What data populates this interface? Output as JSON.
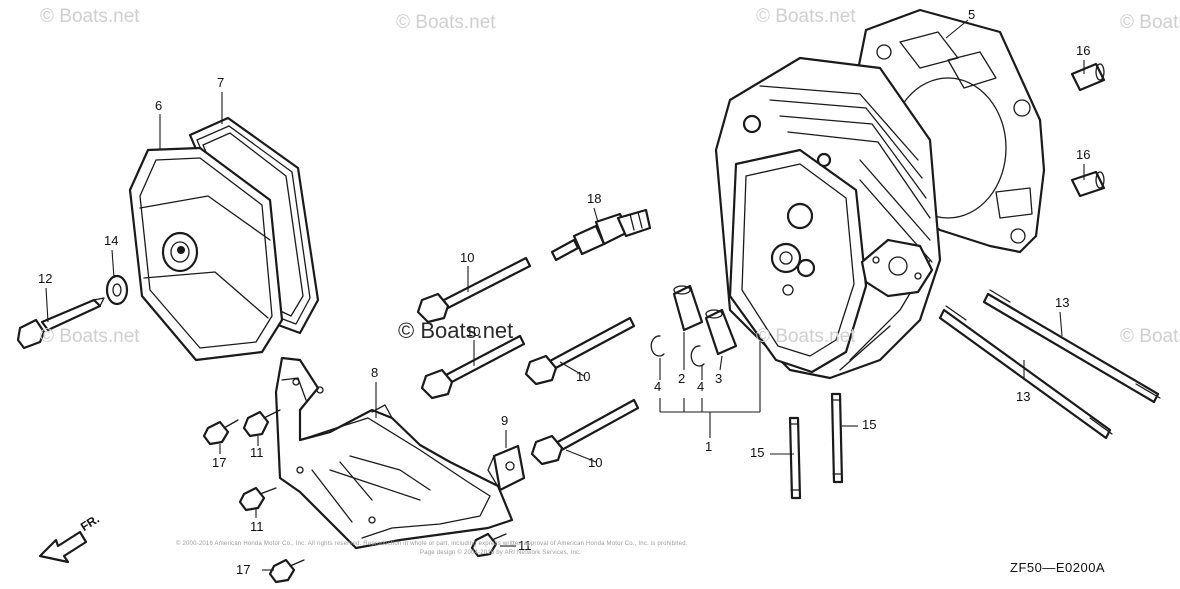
{
  "watermarks": {
    "corner_text": "© Boats.net",
    "center_text": "© Boats.net"
  },
  "callouts": {
    "c1": "1",
    "c2": "2",
    "c3": "3",
    "c4a": "4",
    "c4b": "4",
    "c5": "5",
    "c6": "6",
    "c7": "7",
    "c8": "8",
    "c9": "9",
    "c10a": "10",
    "c10b": "10",
    "c10c": "10",
    "c10d": "10",
    "c11a": "11",
    "c11b": "11",
    "c11c": "11",
    "c12": "12",
    "c13a": "13",
    "c13b": "13",
    "c14": "14",
    "c15a": "15",
    "c15b": "15",
    "c16a": "16",
    "c16b": "16",
    "c17a": "17",
    "c17b": "17",
    "c18": "18"
  },
  "front_marker": "FR.",
  "diagram_code": "ZF50—E0200A",
  "legal_line_1": "© 2000-2016 American Honda Motor Co., Inc. All rights reserved. Reproduction in whole or part, including express written approval of American Honda Motor Co., Inc. is prohibited.",
  "legal_line_2": "Page design © 2004-2016 by ARI Network Services, Inc."
}
